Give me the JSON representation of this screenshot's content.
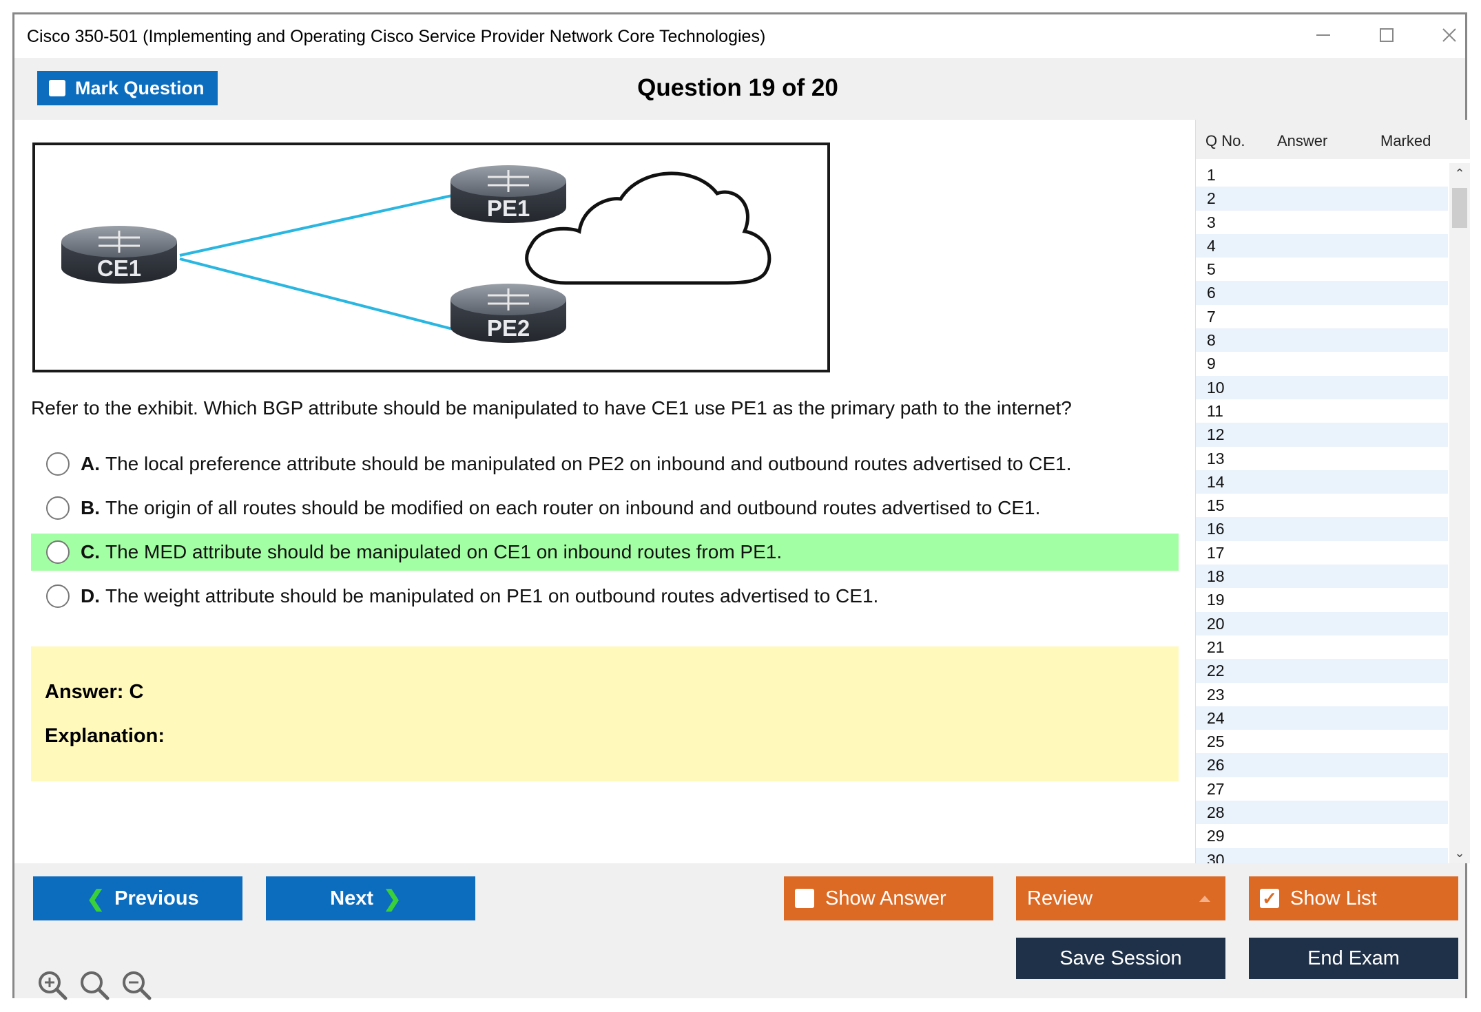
{
  "window": {
    "title": "Cisco 350-501 (Implementing and Operating Cisco Service Provider Network Core Technologies)"
  },
  "header": {
    "mark_label": "Mark Question",
    "question_title": "Question 19 of 20"
  },
  "exhibit": {
    "router_labels": [
      "CE1",
      "PE1",
      "PE2"
    ]
  },
  "question": {
    "text": "Refer to the exhibit. Which BGP attribute should be manipulated to have CE1 use PE1 as the primary path to the internet?",
    "options": [
      {
        "letter": "A.",
        "text": "The local preference attribute should be manipulated on PE2 on inbound and outbound routes advertised to CE1.",
        "highlighted": false
      },
      {
        "letter": "B.",
        "text": "The origin of all routes should be modified on each router on inbound and outbound routes advertised to CE1.",
        "highlighted": false
      },
      {
        "letter": "C.",
        "text": "The MED attribute should be manipulated on CE1 on inbound routes from PE1.",
        "highlighted": true
      },
      {
        "letter": "D.",
        "text": "The weight attribute should be manipulated on PE1 on outbound routes advertised to CE1.",
        "highlighted": false
      }
    ]
  },
  "answer": {
    "answer_label": "Answer: C",
    "explanation_label": "Explanation:"
  },
  "question_list": {
    "headers": {
      "qno": "Q No.",
      "answer": "Answer",
      "marked": "Marked"
    },
    "numbers": [
      "1",
      "2",
      "3",
      "4",
      "5",
      "6",
      "7",
      "8",
      "9",
      "10",
      "11",
      "12",
      "13",
      "14",
      "15",
      "16",
      "17",
      "18",
      "19",
      "20",
      "21",
      "22",
      "23",
      "24",
      "25",
      "26",
      "27",
      "28",
      "29",
      "30"
    ]
  },
  "footer": {
    "previous_label": "Previous",
    "next_label": "Next",
    "show_answer_label": "Show Answer",
    "review_label": "Review",
    "show_list_label": "Show List",
    "save_session_label": "Save Session",
    "end_exam_label": "End Exam",
    "zoom_icons": [
      "zoom-in-icon",
      "zoom-reset-icon",
      "zoom-out-icon"
    ]
  },
  "colors": {
    "primary_blue": "#0c6dbf",
    "orange": "#dc6a24",
    "dark_navy": "#1f3148",
    "correct_highlight": "#a3ffa3",
    "answer_bg": "#fff9bc",
    "link_cyan": "#29b6e0"
  }
}
